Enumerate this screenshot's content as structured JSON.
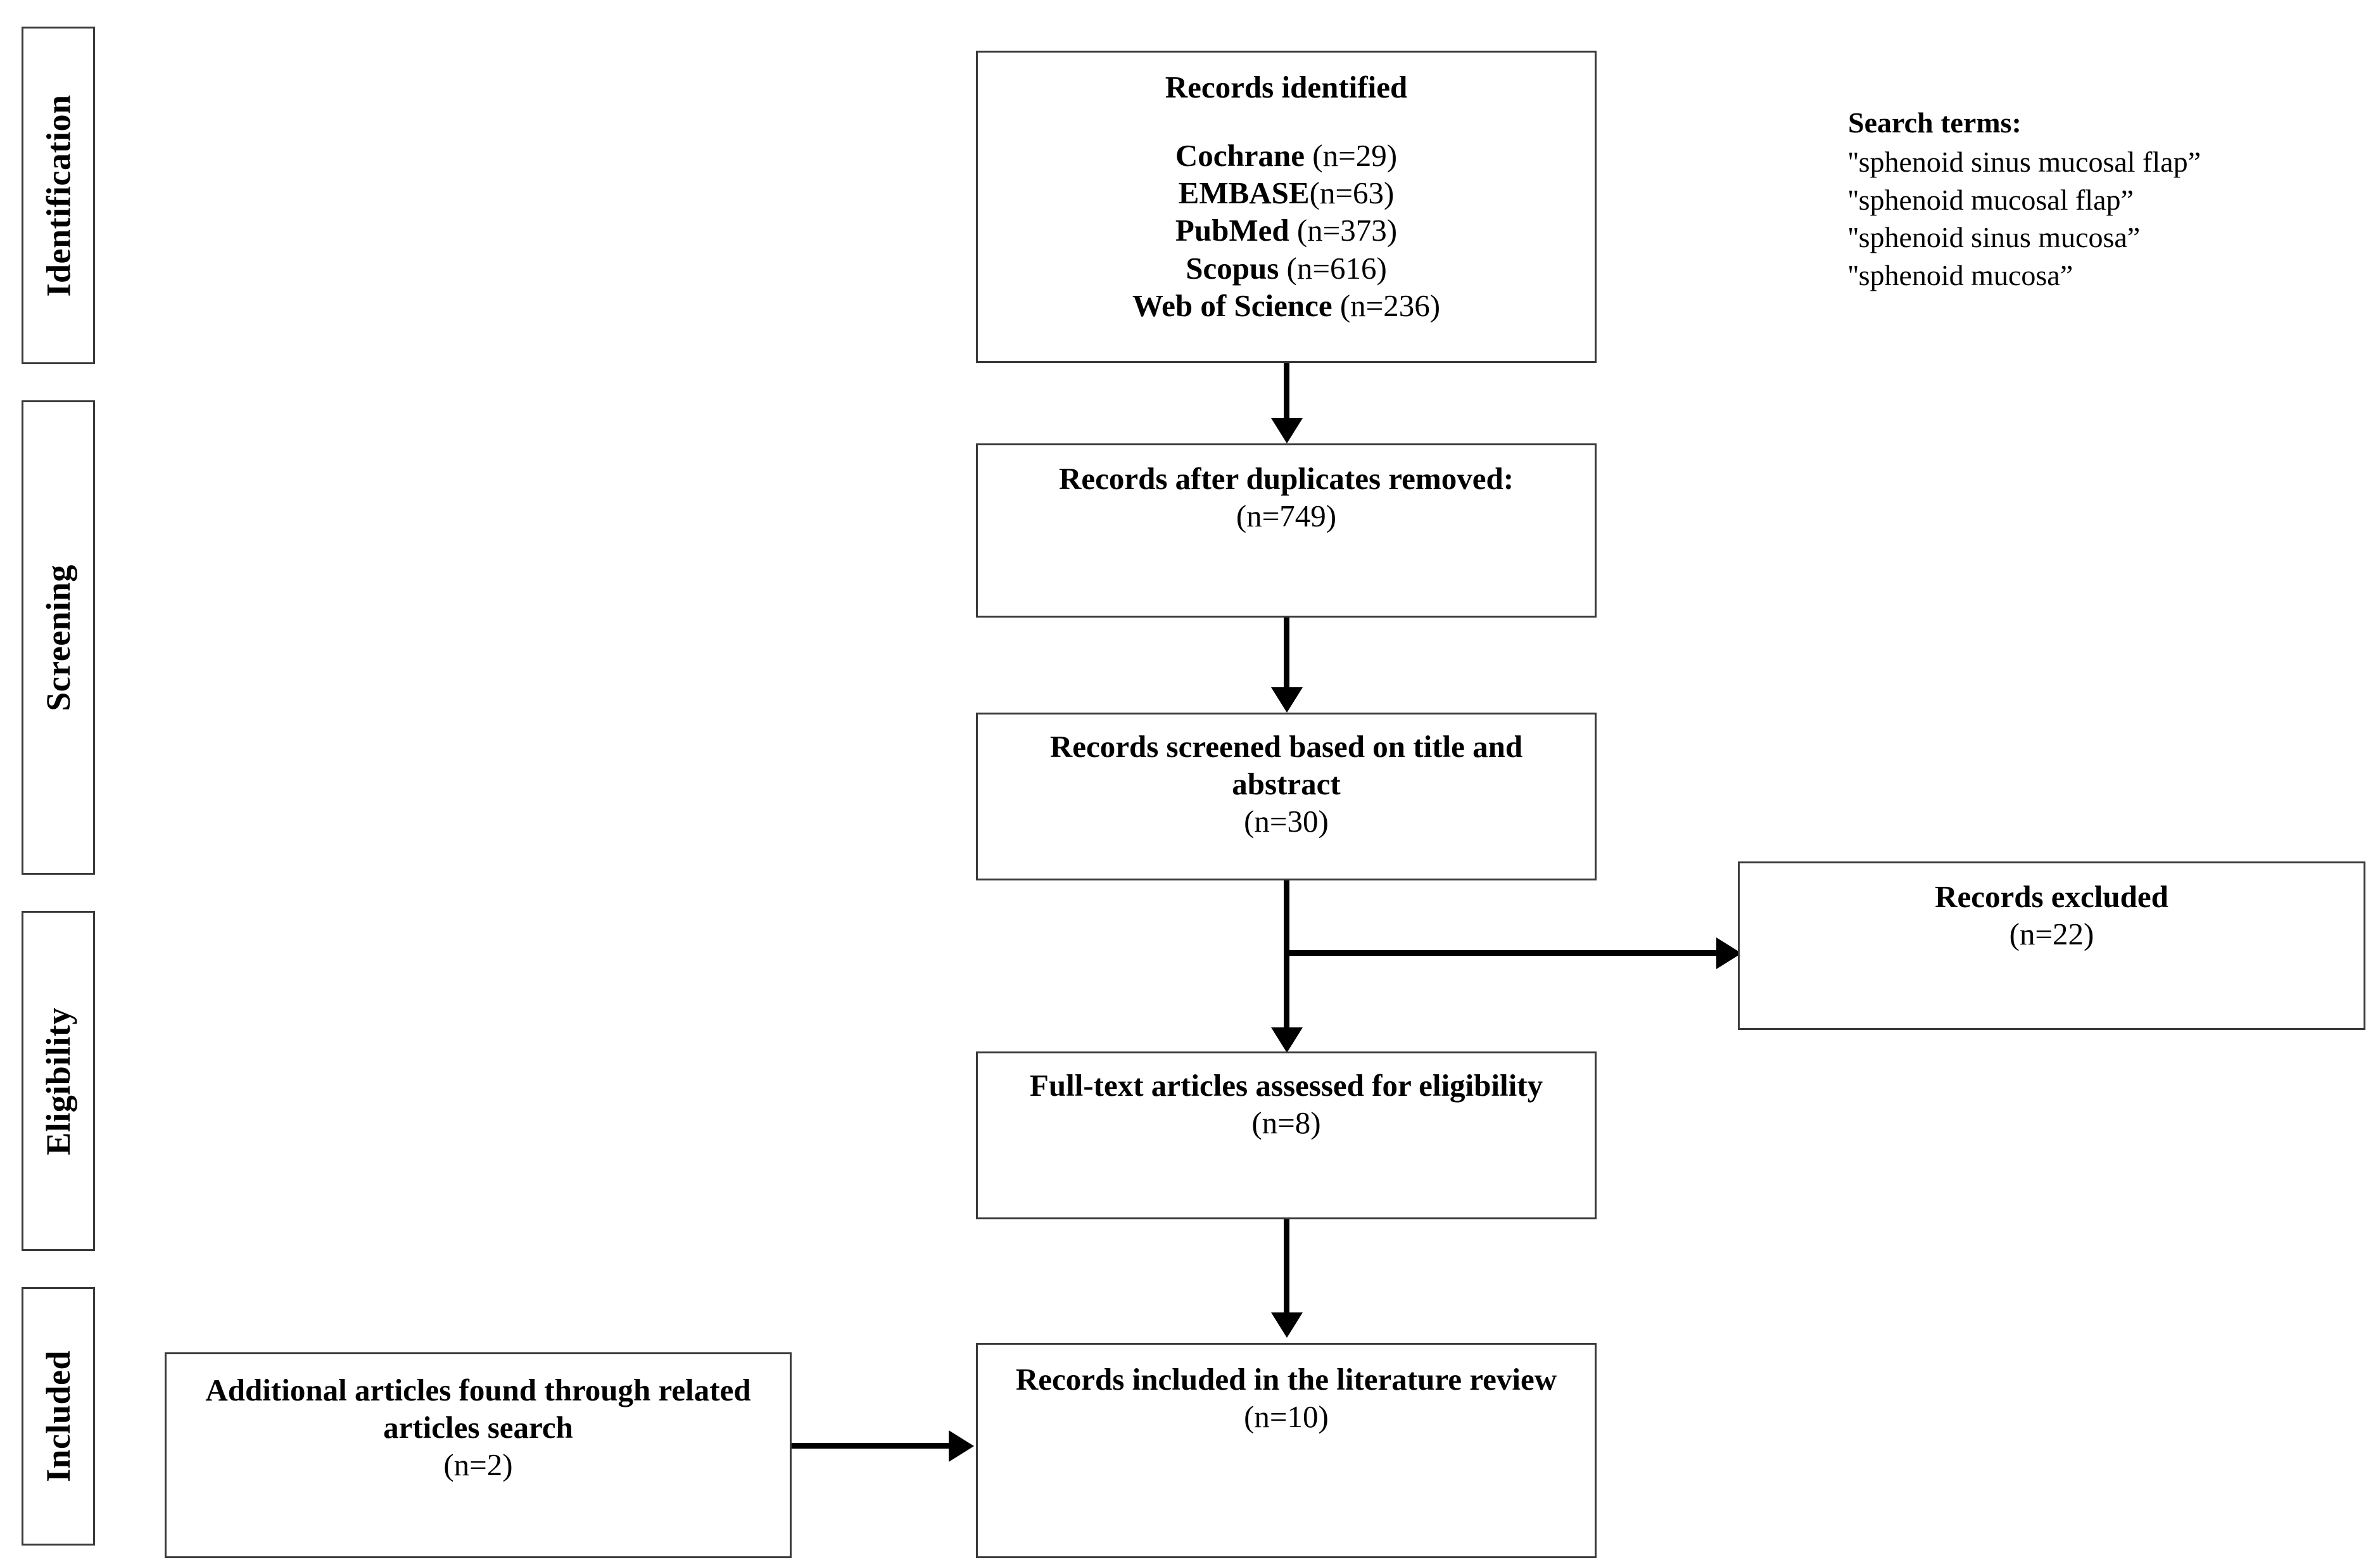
{
  "diagram": {
    "type": "prisma-flow-diagram",
    "stages": [
      {
        "label": "Identification"
      },
      {
        "label": "Screening"
      },
      {
        "label": "Eligibility"
      },
      {
        "label": "Included"
      }
    ],
    "boxes": {
      "identified": {
        "title": "Records identified",
        "sources": [
          {
            "name": "Cochrane",
            "count": "(n=29)"
          },
          {
            "name": "EMBASE",
            "count": "(n=63)"
          },
          {
            "name": "PubMed",
            "count": "(n=373)"
          },
          {
            "name": "Scopus",
            "count": "(n=616)"
          },
          {
            "name": "Web of Science",
            "count": "(n=236)"
          }
        ]
      },
      "duplicates_removed": {
        "title": "Records after duplicates removed:",
        "count": "(n=749)"
      },
      "screened": {
        "title": "Records screened based on title and abstract",
        "count": "(n=30)"
      },
      "excluded": {
        "title": "Records excluded",
        "count": "(n=22)"
      },
      "full_text": {
        "title": "Full-text articles assessed for eligibility",
        "count": "(n=8)"
      },
      "additional": {
        "title": "Additional articles found through related articles search",
        "count": "(n=2)"
      },
      "included": {
        "title": "Records included in the literature review",
        "count": "(n=10)"
      }
    },
    "search_terms": {
      "heading": "Search terms:",
      "terms": [
        "''sphenoid sinus mucosal flap”",
        "''sphenoid mucosal flap”",
        "''sphenoid sinus mucosa”",
        "''sphenoid mucosa”"
      ]
    },
    "colors": {
      "border": "#3a3a3a",
      "connector": "#000000",
      "text": "#000000",
      "background": "#ffffff"
    }
  }
}
